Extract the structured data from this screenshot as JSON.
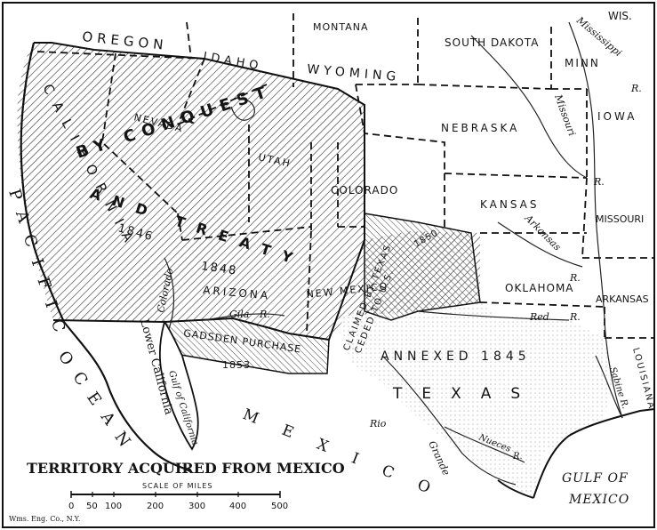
{
  "title": "TERRITORY ACQUIRED FROM MEXICO",
  "engraver": "Wms. Eng. Co., N.Y.",
  "scale": {
    "label": "SCALE OF MILES",
    "ticks": [
      "0",
      "50",
      "100",
      "200",
      "300",
      "400",
      "500"
    ]
  },
  "states": {
    "oregon": "OREGON",
    "idaho": "IDAHO",
    "montana": "MONTANA",
    "wyoming": "WYOMING",
    "south_dakota": "SOUTH DAKOTA",
    "wisconsin": "WIS.",
    "minnesota": "MINN",
    "iowa": "IOWA",
    "nebraska": "NEBRASKA",
    "nevada": "NEVADA",
    "utah": "UTAH",
    "colorado": "COLORADO",
    "kansas": "KANSAS",
    "missouri": "MISSOURI",
    "california": "CALIFORNIA",
    "arizona": "ARIZONA",
    "new_mexico": "NEW MEXICO",
    "oklahoma": "OKLAHOMA",
    "arkansas": "ARKANSAS",
    "texas": "TEXAS",
    "louisiana": "LOUISIANA",
    "lower_california": "Lower California",
    "mexico": "MEXICO"
  },
  "water": {
    "pacific": "PACIFIC",
    "ocean": "OCEAN",
    "gulf_of_mexico_1": "GULF OF",
    "gulf_of_mexico_2": "MEXICO",
    "gulf_of_california": "Gulf of California"
  },
  "rivers": {
    "mississippi": "Mississippi",
    "mississippi_r": "R.",
    "missouri": "Missouri",
    "missouri_r": "R.",
    "arkansas": "Arkansas",
    "arkansas_r": "R.",
    "red": "Red",
    "red_r": "R.",
    "colorado": "Colorado",
    "gila": "Gila",
    "gila_r": "R.",
    "rio": "Rio",
    "grande": "Grande",
    "nueces": "Nueces",
    "nueces_r": "R.",
    "sabine": "Sabine R."
  },
  "acquisitions": {
    "conquest_1": "BY CONQUEST",
    "conquest_2": "AND TREATY",
    "year_1846": "1846",
    "year_1848": "1848",
    "gadsden": "GADSDEN PURCHASE",
    "gadsden_year": "1853",
    "annexed": "ANNEXED 1845",
    "claimed": "CLAIMED BY TEXAS",
    "ceded": "CEDED TO U.S.",
    "ceded_year": "1850"
  }
}
